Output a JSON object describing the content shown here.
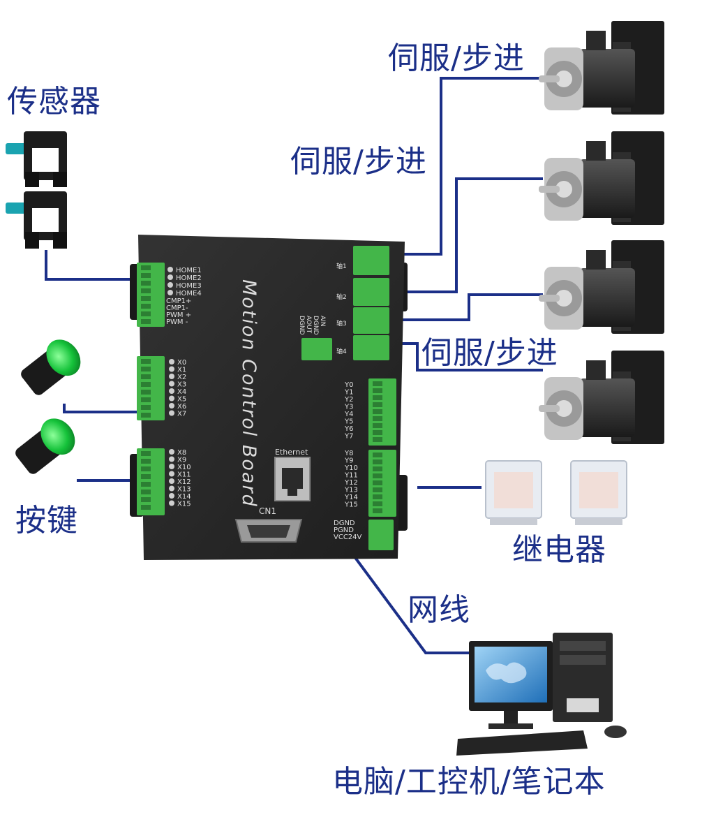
{
  "labels": {
    "sensor": "传感器",
    "button": "按键",
    "servo_1": "伺服/步进",
    "servo_2": "伺服/步进",
    "servo_3": "伺服/步进",
    "relay": "继电器",
    "network_cable": "网线",
    "computer": "电脑/工控机/笔记本"
  },
  "board": {
    "title": "Motion Control Board",
    "ethernet": "Ethernet",
    "cn1": "CN1",
    "left_top_pins": [
      "HOME1",
      "HOME2",
      "HOME3",
      "HOME4",
      "CMP1+",
      "CMP1-",
      "PWM +",
      "PWM -"
    ],
    "left_mid_pins": [
      "X0",
      "X1",
      "X2",
      "X3",
      "X4",
      "X5",
      "X6",
      "X7"
    ],
    "left_bot_pins": [
      "X8",
      "X9",
      "X10",
      "X11",
      "X12",
      "X13",
      "X14",
      "X15"
    ],
    "axis_labels": [
      "轴1",
      "轴2",
      "轴3",
      "轴4"
    ],
    "analog_pins": [
      "DGND",
      "AOUT",
      "DGND",
      "AIN"
    ],
    "right_y_top": [
      "Y0",
      "Y1",
      "Y2",
      "Y3",
      "Y4",
      "Y5",
      "Y6",
      "Y7"
    ],
    "right_y_bot": [
      "Y8",
      "Y9",
      "Y10",
      "Y11",
      "Y12",
      "Y13",
      "Y14",
      "Y15"
    ],
    "power_pins": [
      "DGND",
      "PGND",
      "VCC24V"
    ]
  },
  "colors": {
    "wire": "#1b2f88",
    "board": "#2b2b2b",
    "terminal": "#43b649",
    "led_green": "#19c23a"
  }
}
